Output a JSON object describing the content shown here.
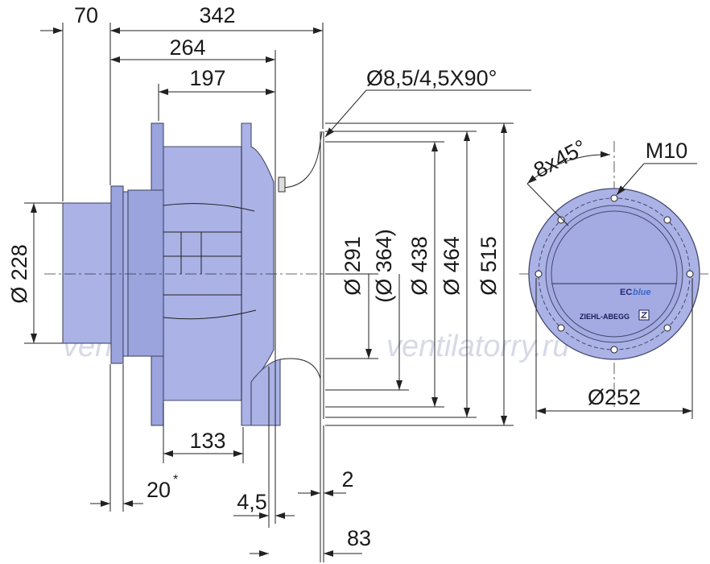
{
  "dimensions": {
    "d70": "70",
    "d342": "342",
    "d264": "264",
    "d197": "197",
    "hole_spec": "Ø8,5/4,5X90°",
    "d228": "Ø 228",
    "d291": "Ø 291",
    "d364": "(Ø 364)",
    "d438": "Ø 438",
    "d464": "Ø 464",
    "d515": "Ø 515",
    "angle": "8x45°",
    "thread": "M10",
    "d252": "Ø252",
    "d133": "133",
    "d20": "20",
    "d20_mark": "*",
    "d4_5": "4,5",
    "d2": "2",
    "d83": "83"
  },
  "watermark": {
    "left": "ventilatorry.ru",
    "right": "ventilatorry.ru"
  },
  "logo": {
    "ec": "EC",
    "blue": "blue",
    "brand": "ZIEHL-ABEGG"
  },
  "colors": {
    "body_fill": "#aab2e6",
    "outline": "#44496a",
    "watermark": "#d7d9e6"
  }
}
